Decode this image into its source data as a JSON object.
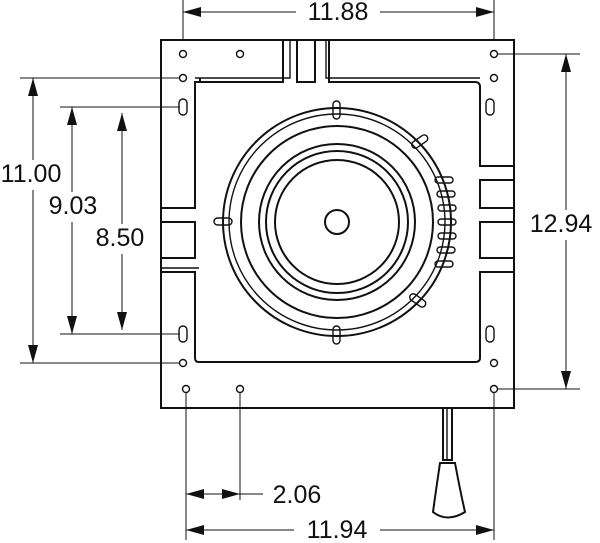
{
  "dimensions": {
    "top_width": "11.88",
    "bottom_width": "11.94",
    "left_outer_height": "11.00",
    "left_middle_height": "9.03",
    "left_inner_height": "8.50",
    "right_height": "12.94",
    "bottom_hole_spacing": "2.06"
  },
  "colors": {
    "line": "#111111",
    "background": "#ffffff"
  }
}
